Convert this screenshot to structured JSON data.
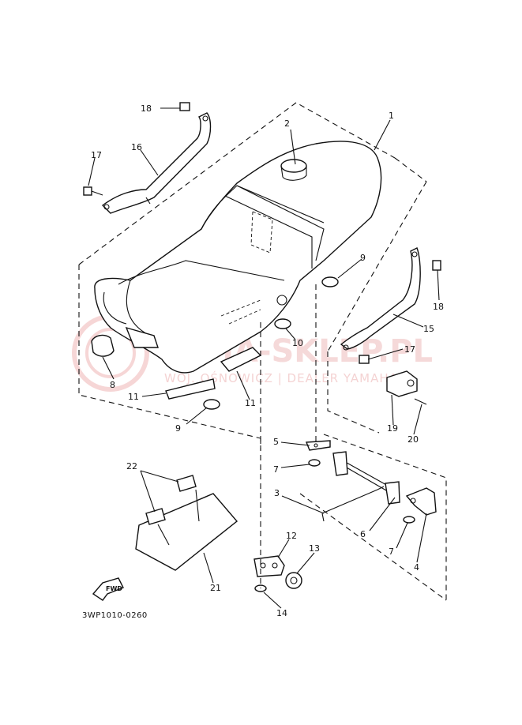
{
  "diagram": {
    "code": "3WP1010-0260",
    "fwd_label": "FWD",
    "watermark": {
      "main": "YAMA-SKLEP.PL",
      "sub": "WOJ. OŚNOWICZ | DEALER YAMAHA"
    },
    "callouts": [
      "1",
      "2",
      "3",
      "4",
      "5",
      "6",
      "7",
      "7",
      "8",
      "9",
      "9",
      "10",
      "11",
      "11",
      "12",
      "13",
      "14",
      "15",
      "16",
      "17",
      "17",
      "18",
      "18",
      "19",
      "20",
      "21",
      "22"
    ]
  }
}
